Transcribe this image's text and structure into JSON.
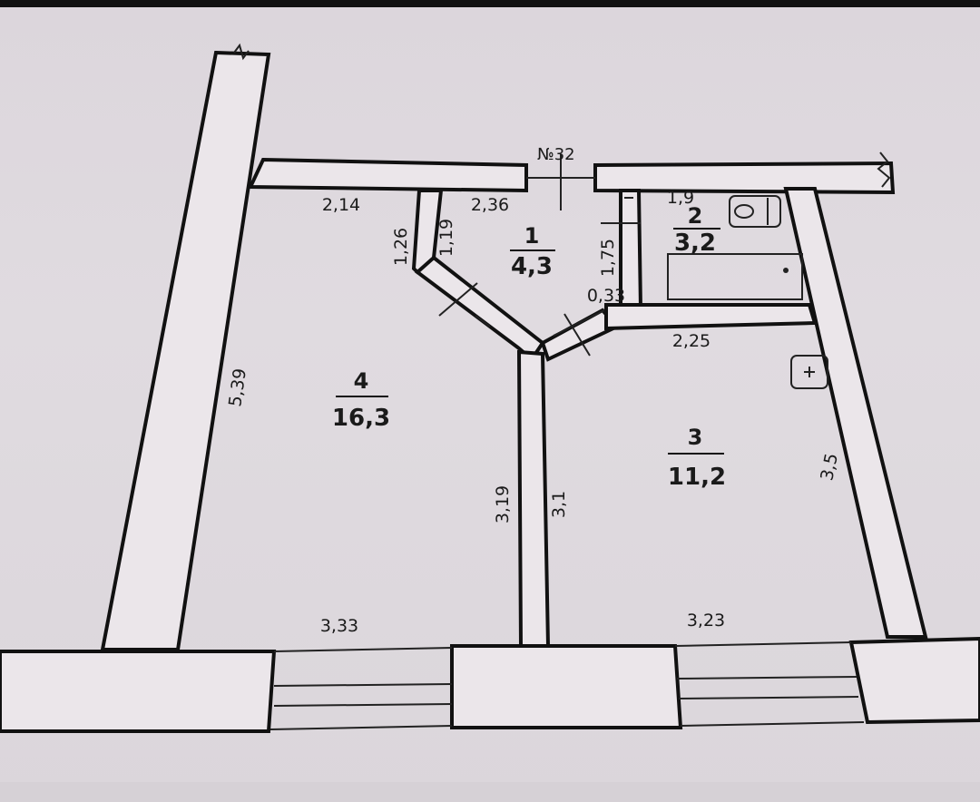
{
  "apartment": {
    "number": "№32"
  },
  "rooms": [
    {
      "id": "1",
      "number": "1",
      "area": "4,3"
    },
    {
      "id": "2",
      "number": "2",
      "area": "3,2"
    },
    {
      "id": "3",
      "number": "3",
      "area": "11,2"
    },
    {
      "id": "4",
      "number": "4",
      "area": "16,3"
    }
  ],
  "dimensions": {
    "room4_top_width": "2,14",
    "room4_left_length": "5,39",
    "room4_bottom_width": "3,33",
    "room4_right_length": "3,19",
    "room4_corridor_wall": "1,26",
    "room1_top_width": "2,36",
    "room1_left_wall": "1,19",
    "room1_right_wall": "1,75",
    "room1_corner_wall": "0,33",
    "room2_width": "1,9",
    "room3_top_width": "2,25",
    "room3_left_length": "3,1",
    "room3_right_length": "3,5",
    "room3_bottom_width": "3,23"
  },
  "fixtures": [
    "toilet-icon",
    "bathtub-icon",
    "sink-icon"
  ]
}
